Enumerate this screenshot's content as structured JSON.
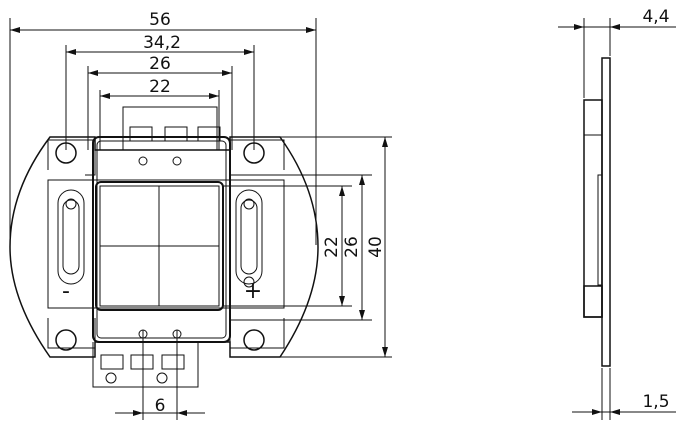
{
  "dimensions": {
    "overall_width": "56",
    "hole_spacing": "34,2",
    "frame_width": "26",
    "die_width": "22",
    "die_height": "22",
    "frame_height": "26",
    "overall_height": "40",
    "pin_spacing": "6",
    "side_thickness": "4,4",
    "board_thickness": "1,5"
  },
  "polarity": {
    "negative": "-",
    "positive": "+"
  }
}
